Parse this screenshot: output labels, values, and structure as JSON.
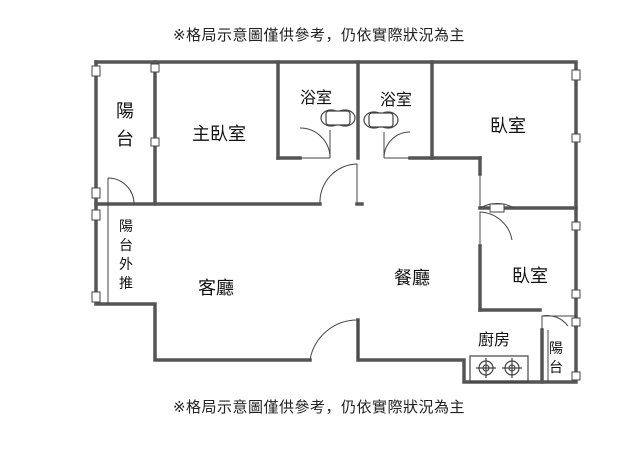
{
  "notes": {
    "top": "※格局示意圖僅供參考，仍依實際狀況為主",
    "bottom": "※格局示意圖僅供參考，仍依實際狀況為主"
  },
  "rooms": {
    "balcony_left": "陽台",
    "master_bedroom": "主臥室",
    "bath_1": "浴室",
    "bath_2": "浴室",
    "bedroom_1": "臥室",
    "balcony_outward": "陽台外推",
    "living_room": "客廳",
    "dining_room": "餐廳",
    "bedroom_2": "臥室",
    "kitchen": "廚房",
    "balcony_right": "陽台"
  },
  "colors": {
    "wall": "#555555",
    "thin_line": "#444444",
    "window_fill": "#ffffff"
  }
}
